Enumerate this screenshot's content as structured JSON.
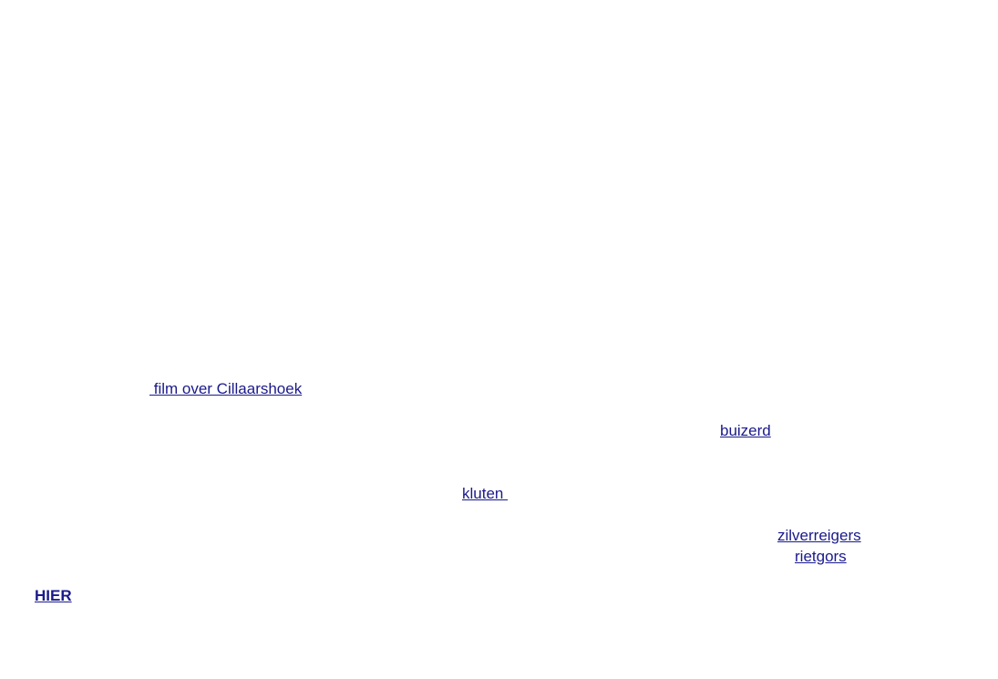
{
  "links": {
    "film": " film over Cillaarshoek",
    "buizerd": "buizerd",
    "kluten": "kluten ",
    "zilverreigers": "zilverreigers",
    "rietgors": "rietgors",
    "hier": "HIER"
  },
  "colors": {
    "link": "#1a1a8c",
    "background": "#ffffff"
  }
}
